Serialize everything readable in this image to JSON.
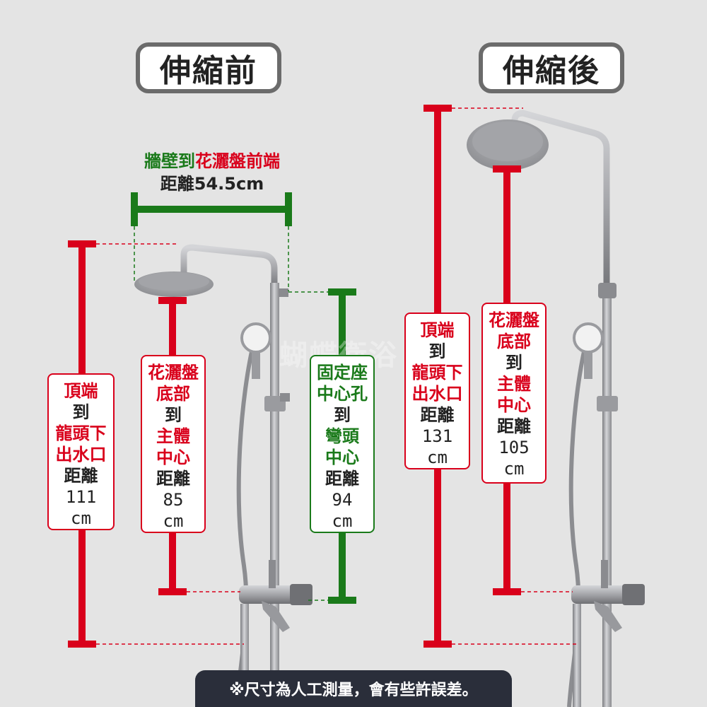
{
  "titles": {
    "before": "伸縮前",
    "after": "伸縮後"
  },
  "top_note": {
    "part1": "牆壁到",
    "part2": "花灑盤前端",
    "line2": "距離54.5cm"
  },
  "labels": {
    "before_left": [
      "頂端",
      "到",
      "龍頭下",
      "出水口",
      "距離",
      "111",
      "cm"
    ],
    "before_mid": [
      "花灑盤",
      "底部",
      "到",
      "主體",
      "中心",
      "距離",
      "85",
      "cm"
    ],
    "before_green": [
      "固定座",
      "中心孔",
      "到",
      "彎頭",
      "中心",
      "距離",
      "94",
      "cm"
    ],
    "after_left": [
      "頂端",
      "到",
      "龍頭下",
      "出水口",
      "距離",
      "131",
      "cm"
    ],
    "after_right": [
      "花灑盤",
      "底部",
      "到",
      "主體",
      "中心",
      "距離",
      "105",
      "cm"
    ]
  },
  "watermark": "蝴蝶衛浴",
  "footer": "※尺寸為人工測量，會有些許誤差。",
  "colors": {
    "red": "#d9001b",
    "green": "#1a7a1a",
    "dark": "#2a2e3a",
    "steel": "#a7a8ab"
  }
}
